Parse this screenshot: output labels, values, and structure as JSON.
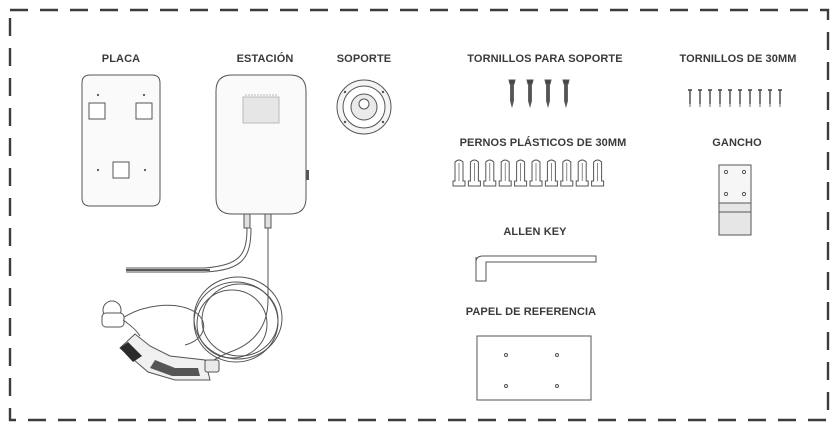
{
  "labels": {
    "placa": "PLACA",
    "estacion": "ESTACIÓN",
    "soporte": "SOPORTE",
    "tornillos_soporte": "TORNILLOS PARA SOPORTE",
    "tornillos_30mm": "TORNILLOS DE 30MM",
    "pernos": "PERNOS PLÁSTICOS DE 30MM",
    "gancho": "GANCHO",
    "allen_key": "ALLEN KEY",
    "papel": "PAPEL DE REFERENCIA"
  },
  "counts": {
    "tornillos_soporte": 4,
    "tornillos_30mm": 10,
    "pernos": 10
  },
  "colors": {
    "border_dash": "#3c3c3c",
    "outline": "#555555",
    "fill_light": "#f4f4f4",
    "label": "#3a3a3a"
  }
}
